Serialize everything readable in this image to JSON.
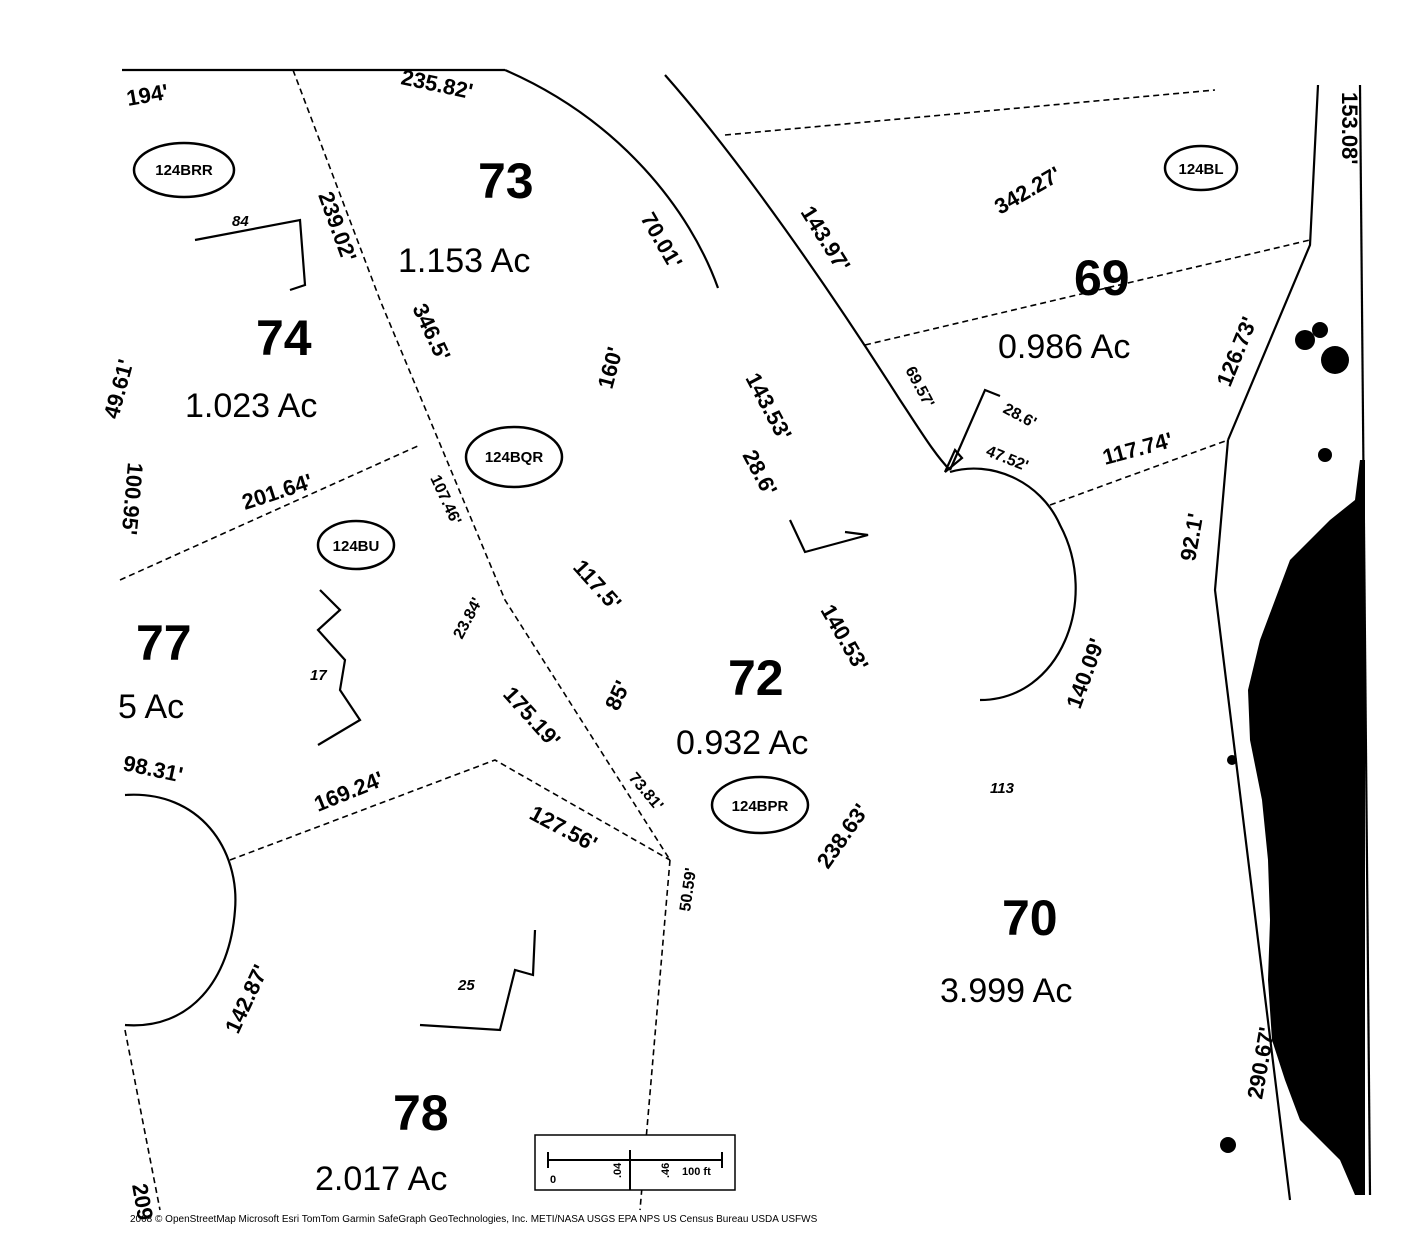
{
  "lots": {
    "l73": {
      "number": "73",
      "acres": "1.153  Ac"
    },
    "l74": {
      "number": "74",
      "acres": "1.023  Ac"
    },
    "l69": {
      "number": "69",
      "acres": "0.986  Ac"
    },
    "l77": {
      "number": "77",
      "acres": "5  Ac"
    },
    "l72": {
      "number": "72",
      "acres": "0.932  Ac"
    },
    "l70": {
      "number": "70",
      "acres": "3.999  Ac"
    },
    "l78": {
      "number": "78",
      "acres": "2.017  Ac"
    }
  },
  "badges": {
    "b1": "124BRR",
    "b2": "124BL",
    "b3": "124BQR",
    "b4": "124BU",
    "b5": "124BPR"
  },
  "dimensions": {
    "d1": "194'",
    "d2": "235.82'",
    "d3": "239.02'",
    "d4": "70.01'",
    "d5": "143.97'",
    "d6": "342.27'",
    "d7": "153.08'",
    "d8": "346.5'",
    "d9": "160'",
    "d10": "143.53'",
    "d11": "28.6'",
    "d12": "69.57'",
    "d13": "28.6'",
    "d14": "47.52'",
    "d15": "117.74'",
    "d16": "126.73'",
    "d17": "49.61'",
    "d18": "201.64'",
    "d19": "107.46'",
    "d20": "100.95'",
    "d21": "92.1'",
    "d22": "117.5'",
    "d23": "23.84'",
    "d24": "140.53'",
    "d25": "140.09'",
    "d26": "85'",
    "d27": "175.19'",
    "d28": "98.31'",
    "d29": "169.24'",
    "d30": "73.81'",
    "d31": "238.63'",
    "d32": "127.56'",
    "d33": "50.59'",
    "d34": "142.87'",
    "d35": "290.67'",
    "d36": "209"
  },
  "buildings": {
    "bl1": "84",
    "bl2": "17",
    "bl3": "113",
    "bl4": "25"
  },
  "scale": {
    "zero": "0",
    "mid": ".04",
    "mid2": ".46",
    "label": "100 ft"
  },
  "attribution": "2008 © OpenStreetMap  Microsoft  Esri  TomTom  Garmin  SafeGraph  GeoTechnologies, Inc.  METI/NASA  USGS  EPA  NPS  US Census Bureau  USDA  USFWS"
}
